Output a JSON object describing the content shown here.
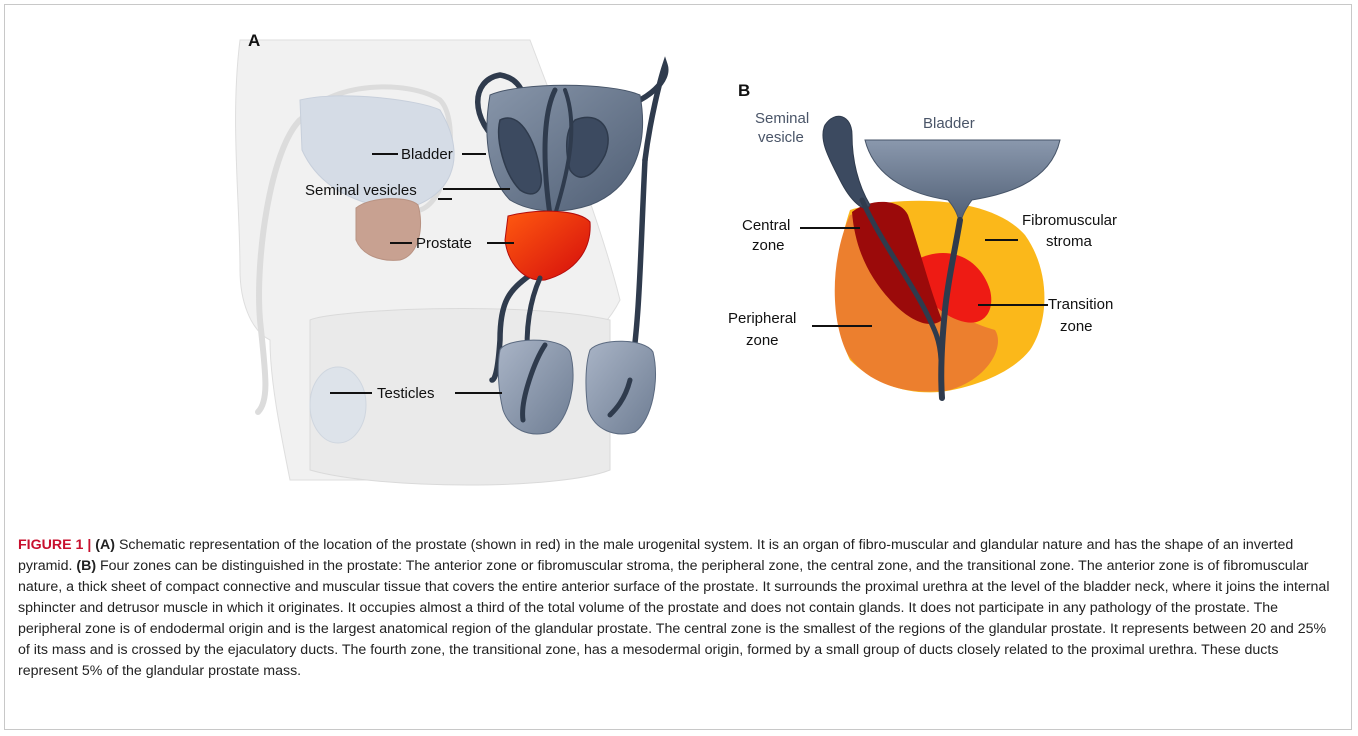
{
  "figure": {
    "panel_a": {
      "letter": "A",
      "labels": {
        "bladder": "Bladder",
        "seminal_vesicles": "Seminal vesicles",
        "prostate": "Prostate",
        "testicles": "Testicles"
      }
    },
    "panel_b": {
      "letter": "B",
      "labels": {
        "seminal_vesicle_1": "Seminal",
        "seminal_vesicle_2": "vesicle",
        "bladder": "Bladder",
        "central_zone_1": "Central",
        "central_zone_2": "zone",
        "fibromuscular_1": "Fibromuscular",
        "fibromuscular_2": "stroma",
        "transition_1": "Transition",
        "transition_2": "zone",
        "peripheral_1": "Peripheral",
        "peripheral_2": "zone"
      }
    }
  },
  "caption": {
    "figure_number": "FIGURE 1 |",
    "a_marker": "(A)",
    "a_text": " Schematic representation of the location of the prostate (shown in red) in the male urogenital system. It is an organ of fibro-muscular and glandular nature and has the shape of an inverted pyramid. ",
    "b_marker": "(B)",
    "b_text": " Four zones can be distinguished in the prostate: The anterior zone or fibromuscular stroma, the peripheral zone, the central zone, and the transitional zone. The anterior zone is of fibromuscular nature, a thick sheet of compact connective and muscular tissue that covers the entire anterior surface of the prostate. It surrounds the proximal urethra at the level of the bladder neck, where it joins the internal sphincter and detrusor muscle in which it originates. It occupies almost a third of the total volume of the prostate and does not contain glands. It does not participate in any pathology of the prostate. The peripheral zone is of endodermal origin and is the largest anatomical region of the glandular prostate. The central zone is the smallest of the regions of the glandular prostate. It represents between 20 and 25% of its mass and is crossed by the ejaculatory ducts. The fourth zone, the transitional zone, has a mesodermal origin, formed by a small group of ducts closely related to the proximal urethra. These ducts represent 5% of the glandular prostate mass."
  },
  "colors": {
    "frame": "#c8c8c8",
    "figure_label": "#c8102e",
    "organ_dark": "#5f6f86",
    "duct": "#2f3b4d",
    "prostate_red": "#e8201a",
    "central_zone": "#9b0a0a",
    "peripheral_zone": "#ec7f2e",
    "fibromuscular_stroma": "#fbb81a",
    "transition_zone": "#ee1b14"
  }
}
